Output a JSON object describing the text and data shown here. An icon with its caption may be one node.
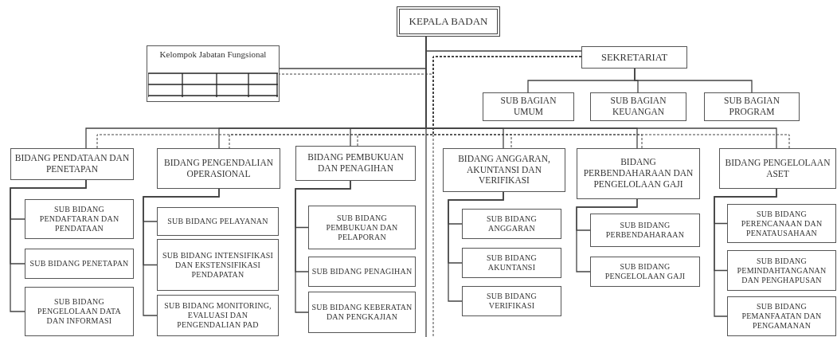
{
  "diagram": {
    "nodes": [
      {
        "text": [
          "KEPALA BADAN"
        ]
      },
      {
        "text": [
          "Kelompok Jabatan Fungsional"
        ]
      },
      {
        "text": [
          "SEKRETARIAT"
        ]
      },
      {
        "text": [
          "SUB BAGIAN UMUM"
        ]
      },
      {
        "text": [
          "SUB BAGIAN KEUANGAN"
        ]
      },
      {
        "text": [
          "SUB BAGIAN PROGRAM"
        ]
      },
      {
        "text": [
          "BIDANG PENDATAAN DAN PENETAPAN"
        ]
      },
      {
        "text": [
          "BIDANG PENGENDALIAN OPERASIONAL"
        ]
      },
      {
        "text": [
          "BIDANG PEMBUKUAN DAN PENAGIHAN"
        ]
      },
      {
        "text": [
          "BIDANG ANGGARAN, AKUNTANSI DAN VERIFIKASI"
        ]
      },
      {
        "text": [
          "BIDANG PERBENDAHARAAN DAN PENGELOLAAN GAJI"
        ]
      },
      {
        "text": [
          "BIDANG PENGELOLAAN ASET"
        ]
      },
      {
        "text": [
          "SUB BIDANG PENDAFTARAN DAN PENDATAAN"
        ]
      },
      {
        "text": [
          "SUB BIDANG PENETAPAN"
        ]
      },
      {
        "text": [
          "SUB BIDANG PENGELOLAAN DATA DAN INFORMASI"
        ]
      },
      {
        "text": [
          "SUB BIDANG PELAYANAN"
        ]
      },
      {
        "text": [
          "SUB BIDANG INTENSIFIKASI DAN EKSTENSIFIKASI PENDAPATAN"
        ]
      },
      {
        "text": [
          "SUB BIDANG MONITORING, EVALUASI DAN PENGENDALIAN PAD"
        ]
      },
      {
        "text": [
          "SUB BIDANG PEMBUKUAN DAN PELAPORAN"
        ]
      },
      {
        "text": [
          "SUB BIDANG PENAGIHAN"
        ]
      },
      {
        "text": [
          "SUB BIDANG KEBERATAN DAN PENGKAJIAN"
        ]
      },
      {
        "text": [
          "SUB BIDANG ANGGARAN"
        ]
      },
      {
        "text": [
          "SUB BIDANG AKUNTANSI"
        ]
      },
      {
        "text": [
          "SUB BIDANG VERIFIKASI"
        ]
      },
      {
        "text": [
          "SUB BIDANG PERBENDAHARAAN"
        ]
      },
      {
        "text": [
          "SUB BIDANG PENGELOLAAN GAJI"
        ]
      },
      {
        "text": [
          "SUB BIDANG PERENCANAAN DAN PENATAUSAHAAN"
        ]
      },
      {
        "text": [
          "SUB BIDANG PEMINDAHTANGANAN DAN PENGHAPUSAN"
        ]
      },
      {
        "text": [
          "SUB BIDANG PEMANFAATAN DAN PENGAMANAN"
        ]
      }
    ],
    "edges": [
      {
        "from": 0,
        "to": 1,
        "arrow": "none"
      },
      {
        "from": 0,
        "to": 2,
        "arrow": "none"
      },
      {
        "from": 0,
        "to": 6,
        "arrow": "none"
      },
      {
        "from": 0,
        "to": 7,
        "arrow": "none"
      },
      {
        "from": 0,
        "to": 8,
        "arrow": "none"
      },
      {
        "from": 0,
        "to": 9,
        "arrow": "none"
      },
      {
        "from": 0,
        "to": 10,
        "arrow": "none"
      },
      {
        "from": 0,
        "to": 11,
        "arrow": "none"
      },
      {
        "from": 2,
        "to": 1,
        "arrow": "none",
        "style": "dashed"
      },
      {
        "from": 2,
        "to": 6,
        "arrow": "none",
        "style": "dashed"
      },
      {
        "from": 2,
        "to": 7,
        "arrow": "none",
        "style": "dashed"
      },
      {
        "from": 2,
        "to": 8,
        "arrow": "none",
        "style": "dashed"
      },
      {
        "from": 2,
        "to": 9,
        "arrow": "none",
        "style": "dashed"
      },
      {
        "from": 2,
        "to": 10,
        "arrow": "none",
        "style": "dashed"
      },
      {
        "from": 2,
        "to": 11,
        "arrow": "none",
        "style": "dashed"
      },
      {
        "from": 2,
        "to": 3,
        "arrow": "none"
      },
      {
        "from": 2,
        "to": 4,
        "arrow": "none"
      },
      {
        "from": 2,
        "to": 5,
        "arrow": "none"
      },
      {
        "from": 6,
        "to": 12,
        "arrow": "none"
      },
      {
        "from": 6,
        "to": 13,
        "arrow": "none"
      },
      {
        "from": 6,
        "to": 14,
        "arrow": "none"
      },
      {
        "from": 7,
        "to": 15,
        "arrow": "none"
      },
      {
        "from": 7,
        "to": 16,
        "arrow": "none"
      },
      {
        "from": 7,
        "to": 17,
        "arrow": "none"
      },
      {
        "from": 8,
        "to": 18,
        "arrow": "none"
      },
      {
        "from": 8,
        "to": 19,
        "arrow": "none"
      },
      {
        "from": 8,
        "to": 20,
        "arrow": "none"
      },
      {
        "from": 9,
        "to": 21,
        "arrow": "none"
      },
      {
        "from": 9,
        "to": 22,
        "arrow": "none"
      },
      {
        "from": 9,
        "to": 23,
        "arrow": "none"
      },
      {
        "from": 10,
        "to": 24,
        "arrow": "none"
      },
      {
        "from": 10,
        "to": 25,
        "arrow": "none"
      },
      {
        "from": 11,
        "to": 26,
        "arrow": "none"
      },
      {
        "from": 11,
        "to": 27,
        "arrow": "none"
      },
      {
        "from": 11,
        "to": 28,
        "arrow": "none"
      }
    ]
  }
}
